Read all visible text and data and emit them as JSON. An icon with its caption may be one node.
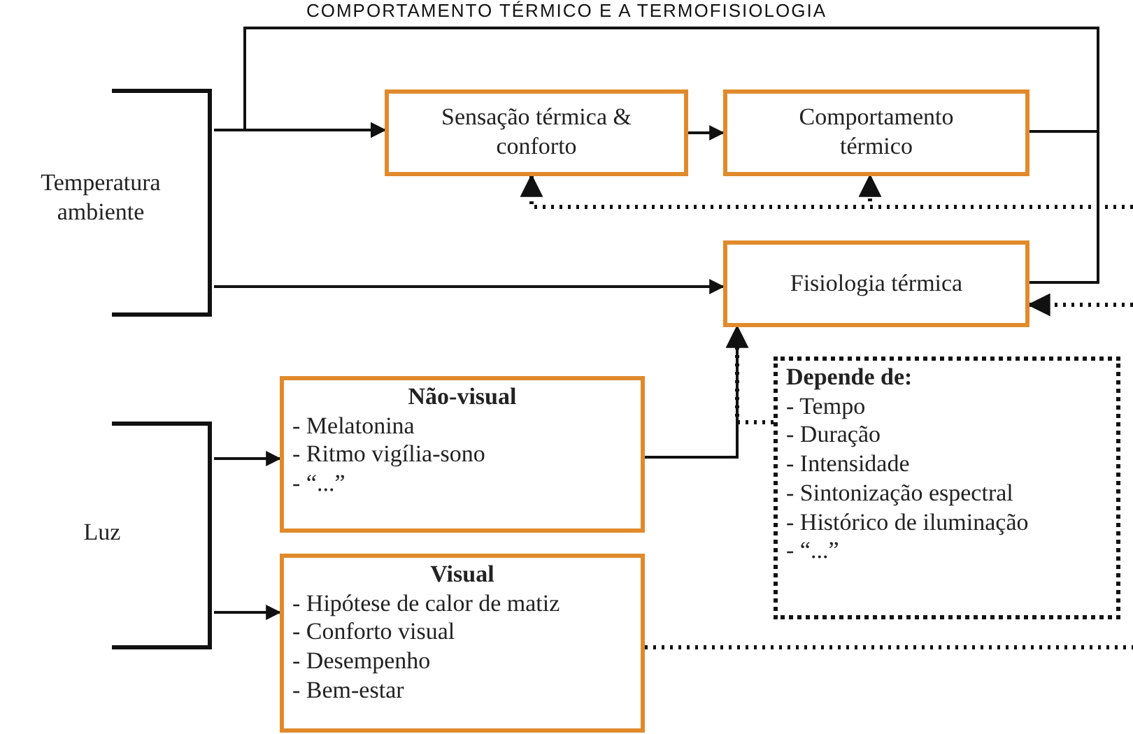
{
  "diagram": {
    "title": "COMPORTAMENTO TÉRMICO E A TERMOFISIOLOGIA",
    "nodes": [
      {
        "text": [
          "Temperatura ambiente"
        ]
      },
      {
        "text": [
          "Sensação térmica & conforto"
        ]
      },
      {
        "text": [
          "Comportamento térmico"
        ]
      },
      {
        "text": [
          "Fisiologia térmica"
        ]
      },
      {
        "text": [
          "Luz"
        ]
      },
      {
        "text": [
          "Não-visual",
          "- Melatonina",
          "- Ritmo vigília-sono",
          "- “...”"
        ]
      },
      {
        "text": [
          "Visual",
          "- Hipótese de calor de matiz",
          "- Conforto visual",
          "- Desempenho",
          "- Bem-estar"
        ]
      },
      {
        "text": [
          "Depende de:",
          "- Tempo",
          "- Duração",
          "- Intensidade",
          "- Sintonização espectral",
          "- Histórico de iluminação",
          "- “...”"
        ]
      }
    ],
    "edges": [
      {
        "from": 0,
        "to": 1,
        "arrow": "to"
      },
      {
        "from": 0,
        "to": 3,
        "arrow": "to"
      },
      {
        "from": 1,
        "to": 2,
        "arrow": "to"
      },
      {
        "from": 2,
        "to": 1,
        "arrow": "to"
      },
      {
        "from": 3,
        "to": 1,
        "arrow": "to"
      },
      {
        "from": null,
        "to": 1,
        "arrow": "to",
        "style": "dashed"
      },
      {
        "from": null,
        "to": 2,
        "arrow": "to",
        "style": "dashed"
      },
      {
        "from": null,
        "to": 3,
        "arrow": "to",
        "style": "dashed"
      },
      {
        "from": 4,
        "to": 5,
        "arrow": "to"
      },
      {
        "from": 4,
        "to": 6,
        "arrow": "to"
      },
      {
        "from": 5,
        "to": 3,
        "arrow": "to"
      },
      {
        "from": 7,
        "to": 3,
        "arrow": "to",
        "style": "dashed"
      },
      {
        "from": 6,
        "to": null,
        "arrow": "none",
        "style": "dashed"
      }
    ]
  }
}
